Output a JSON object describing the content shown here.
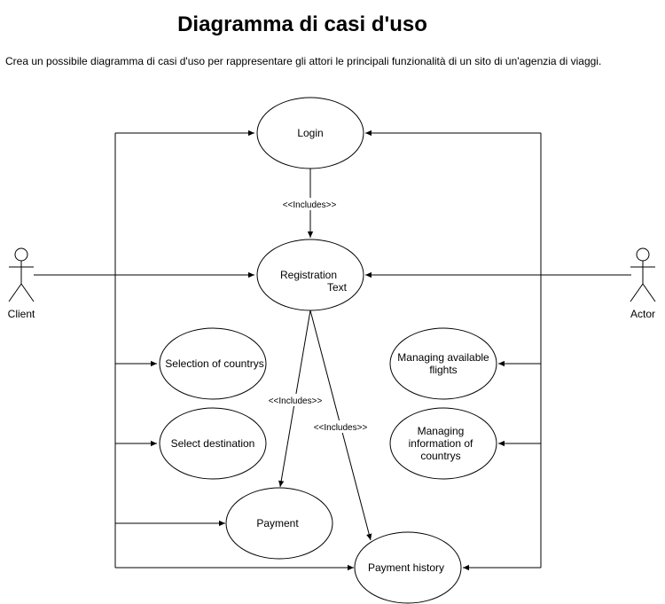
{
  "page": {
    "title": "Diagramma di casi d'uso",
    "description": "Crea un possibile diagramma di casi d'uso per rappresentare gli attori le principali funzionalità di un sito di un'agenzia di viaggi."
  },
  "actors": {
    "client": "Client",
    "actor": "Actor"
  },
  "use_cases": {
    "login": [
      "Login"
    ],
    "registration": [
      "Registration"
    ],
    "registration_extra": "Text",
    "selection": [
      "Selection of countrys"
    ],
    "destination": [
      "Select destination"
    ],
    "payment": [
      "Payment"
    ],
    "history": [
      "Payment history"
    ],
    "flights": [
      "Managing available",
      "flights"
    ],
    "countries": [
      "Managing",
      "information of",
      "countrys"
    ]
  },
  "relations": {
    "includes_login_registration": "<<Includes>>",
    "includes_registration_payment": "<<Includes>>",
    "includes_registration_history": "<<Includes>>"
  },
  "colors": {
    "stroke": "#000000",
    "background": "#ffffff"
  }
}
